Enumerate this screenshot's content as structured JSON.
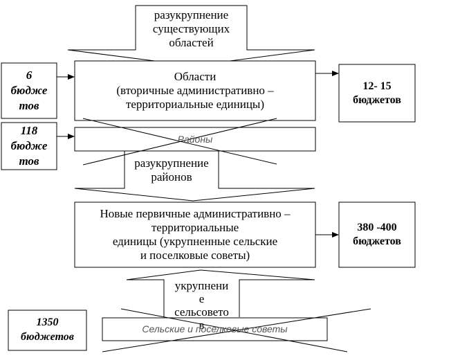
{
  "arrow_top": {
    "lines": [
      "разукрупнение",
      "существующих",
      "областей"
    ]
  },
  "oblasti_box": {
    "lines": [
      "Области",
      "(вторичные административно –",
      "территориальные единицы)"
    ]
  },
  "budgets_oblasti": {
    "lines": [
      "12- 15",
      "бюджетов"
    ]
  },
  "left_box_1": {
    "lines": [
      "6",
      "бюдже",
      "тов"
    ]
  },
  "left_box_2": {
    "lines": [
      "118",
      "бюдже",
      "тов"
    ]
  },
  "rayony_box": {
    "label": "Районы"
  },
  "arrow_middle": {
    "lines": [
      "разукрупнение",
      "районов"
    ]
  },
  "new_units_box": {
    "lines": [
      "Новые первичные административно –",
      "территориальные",
      "единицы (укрупненные сельские",
      "и поселковые советы)"
    ]
  },
  "budgets_new": {
    "lines": [
      "380 -400",
      "бюджетов"
    ]
  },
  "arrow_bottom": {
    "lines": [
      "укрупнени",
      "е",
      "сельсовето",
      "в"
    ]
  },
  "left_box_3": {
    "lines": [
      "1350",
      "бюджетов"
    ]
  },
  "councils_box": {
    "label": "Сельские и поселковые советы"
  }
}
